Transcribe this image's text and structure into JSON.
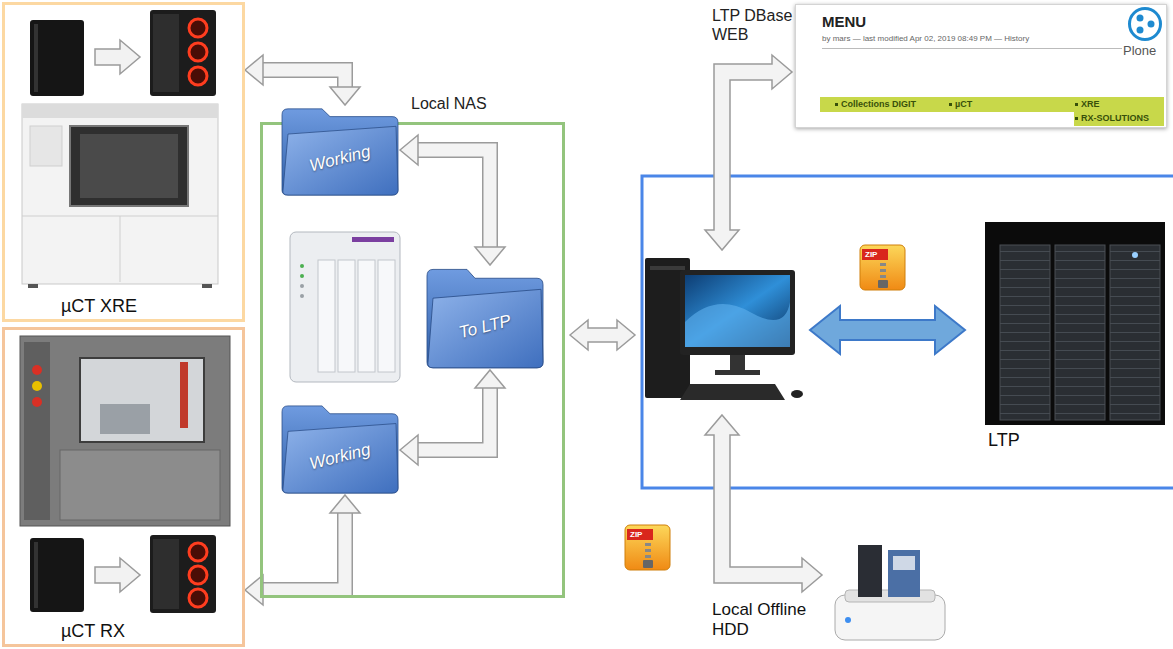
{
  "diagram": {
    "nodes": [
      {
        "text": [
          "µCT XRE"
        ]
      },
      {
        "text": [
          "µCT RX"
        ]
      },
      {
        "text": [
          "Local NAS"
        ]
      },
      {
        "text": [
          "Working"
        ],
        "in": 2
      },
      {
        "text": [
          "To LTP"
        ],
        "in": 2
      },
      {
        "text": [
          "Working"
        ],
        "in": 2
      },
      {
        "text": [
          "MENU",
          "by mars — last modified Apr 02, 2019 08:49 PM — History",
          "Plone",
          "Collections DIGIT",
          "µCT",
          "XRE",
          "RX-SOLUTIONS"
        ]
      },
      {
        "text": [
          "LTP"
        ]
      },
      {
        "text": [
          "Local Offline HDD"
        ]
      }
    ],
    "edges": [
      {
        "from": 0,
        "to": 3,
        "arrow": "both"
      },
      {
        "from": 3,
        "to": 4,
        "arrow": "both"
      },
      {
        "from": 1,
        "to": 5,
        "arrow": "both"
      },
      {
        "from": 5,
        "to": 4,
        "arrow": "both"
      }
    ],
    "labels": [
      "LTP DBase WEB",
      "ZIP",
      "ZIP"
    ]
  }
}
